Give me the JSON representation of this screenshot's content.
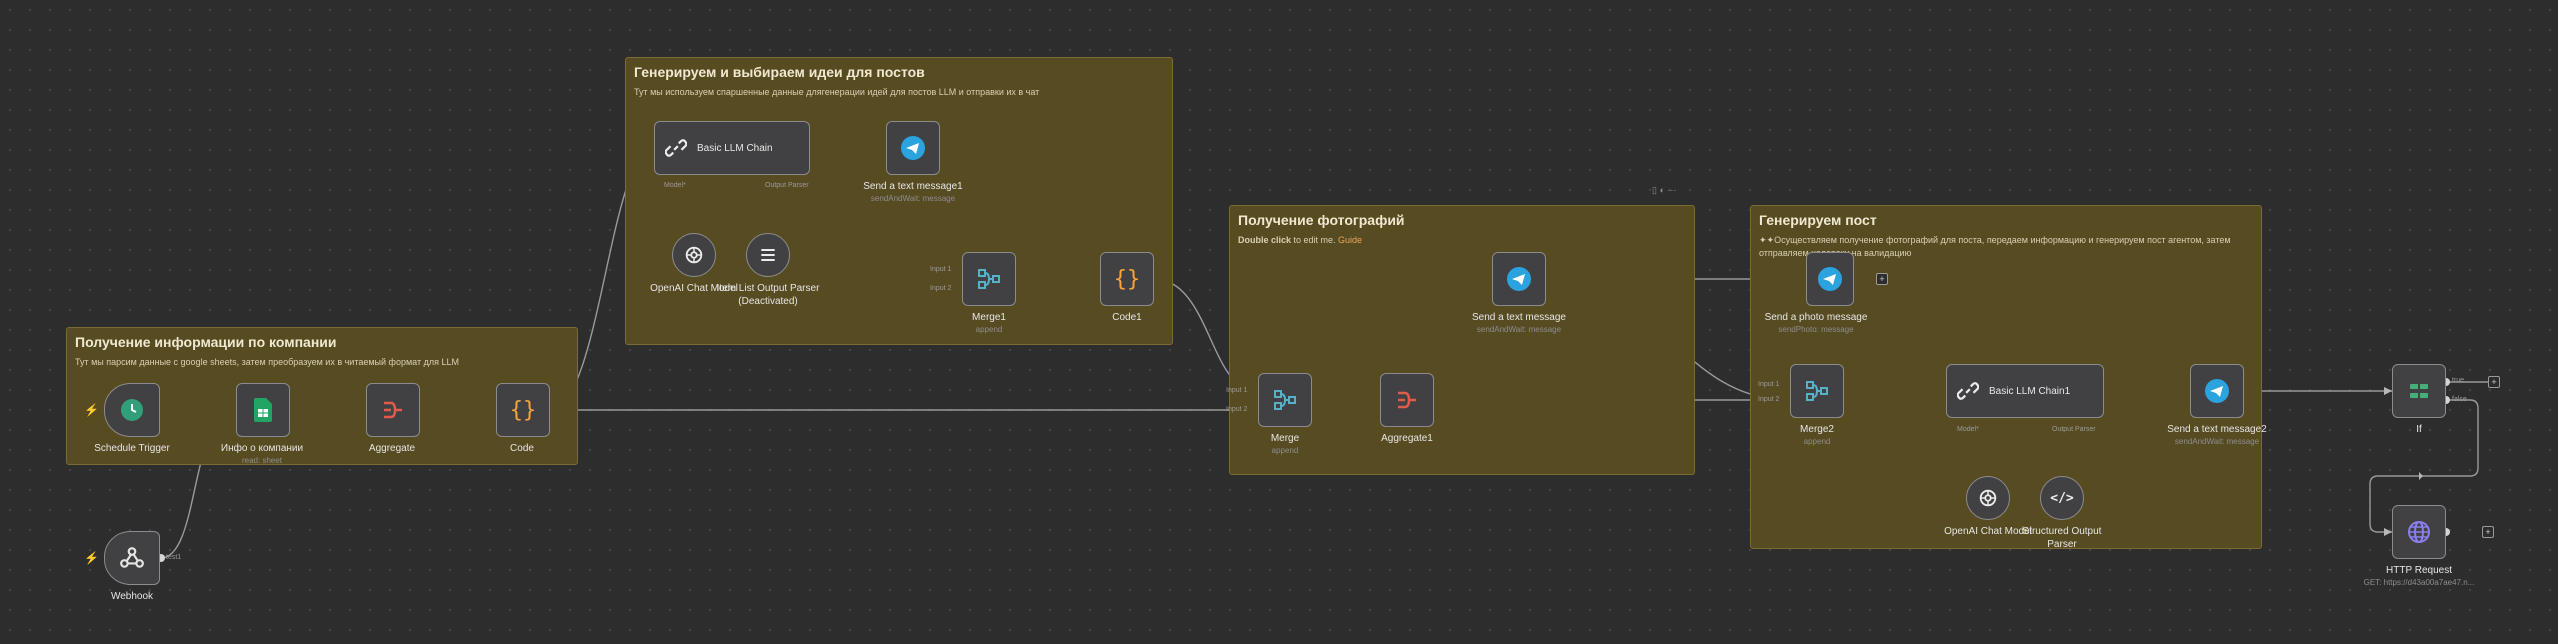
{
  "stickies": [
    {
      "title": "Генерируем и выбираем идеи для постов",
      "text": "Тут мы используем спаршенные данные длягенерации идей для постов LLM и отправки их в чат"
    },
    {
      "title": "Получение информации по компании",
      "text": "Тут мы парсим данные с google sheets, затем преобразуем их в читаемый формат для LLM"
    },
    {
      "title": "Получение фотографий",
      "text_bold": "Double click",
      "text": " to edit me. ",
      "link": "Guide"
    },
    {
      "title": "Генерируем пост",
      "text": "✦✦Осуществляем получение фотографий для поста, передаем информацию и генерируем пост агентом, затем отправляем человеку на валидацию"
    }
  ],
  "nodes": {
    "schedule_trigger": {
      "label": "Schedule Trigger"
    },
    "webhook": {
      "label": "Webhook"
    },
    "info_company": {
      "label": "Инфо о компании",
      "desc": "read: sheet"
    },
    "aggregate": {
      "label": "Aggregate"
    },
    "code": {
      "label": "Code"
    },
    "basic_llm_chain": {
      "label": "Basic LLM Chain"
    },
    "send_text_1": {
      "label": "Send a text message1",
      "desc": "sendAndWait: message"
    },
    "openai_1": {
      "label": "OpenAI Chat Model"
    },
    "item_list_parser": {
      "label": "Item List Output Parser (Deactivated)"
    },
    "merge1": {
      "label": "Merge1",
      "desc": "append"
    },
    "code1": {
      "label": "Code1"
    },
    "merge": {
      "label": "Merge",
      "desc": "append"
    },
    "aggregate1": {
      "label": "Aggregate1"
    },
    "send_text": {
      "label": "Send a text message",
      "desc": "sendAndWait: message"
    },
    "send_photo": {
      "label": "Send a photo message",
      "desc": "sendPhoto: message"
    },
    "merge2": {
      "label": "Merge2",
      "desc": "append"
    },
    "basic_llm_chain1": {
      "label": "Basic LLM Chain1"
    },
    "send_text_2": {
      "label": "Send a text message2",
      "desc": "sendAndWait: message"
    },
    "openai_2": {
      "label": "OpenAI Chat Model"
    },
    "structured_parser": {
      "label": "Structured Output Parser"
    },
    "if": {
      "label": "If"
    },
    "http_request": {
      "label": "HTTP Request",
      "desc": "GET: https://d43a00a7ae47.n..."
    }
  },
  "ports": {
    "model": "Model*",
    "output_parser": "Output Parser",
    "input1": "Input 1",
    "input2": "Input 2",
    "test": "test1",
    "true_label": "true",
    "false_label": "false"
  },
  "plus": "+",
  "colors": {
    "sticky_bg": "#574b22",
    "node_bg": "#414143",
    "telegram": "#2aa3df",
    "sheets": "#21a464",
    "schedule": "#31a07a",
    "merge": "#55b2c8",
    "aggregate": "#e05b4a",
    "code": "#f7a43b",
    "if": "#42b07a",
    "http": "#8b7ff0",
    "trigger_bolt": "#ff6d5a"
  }
}
